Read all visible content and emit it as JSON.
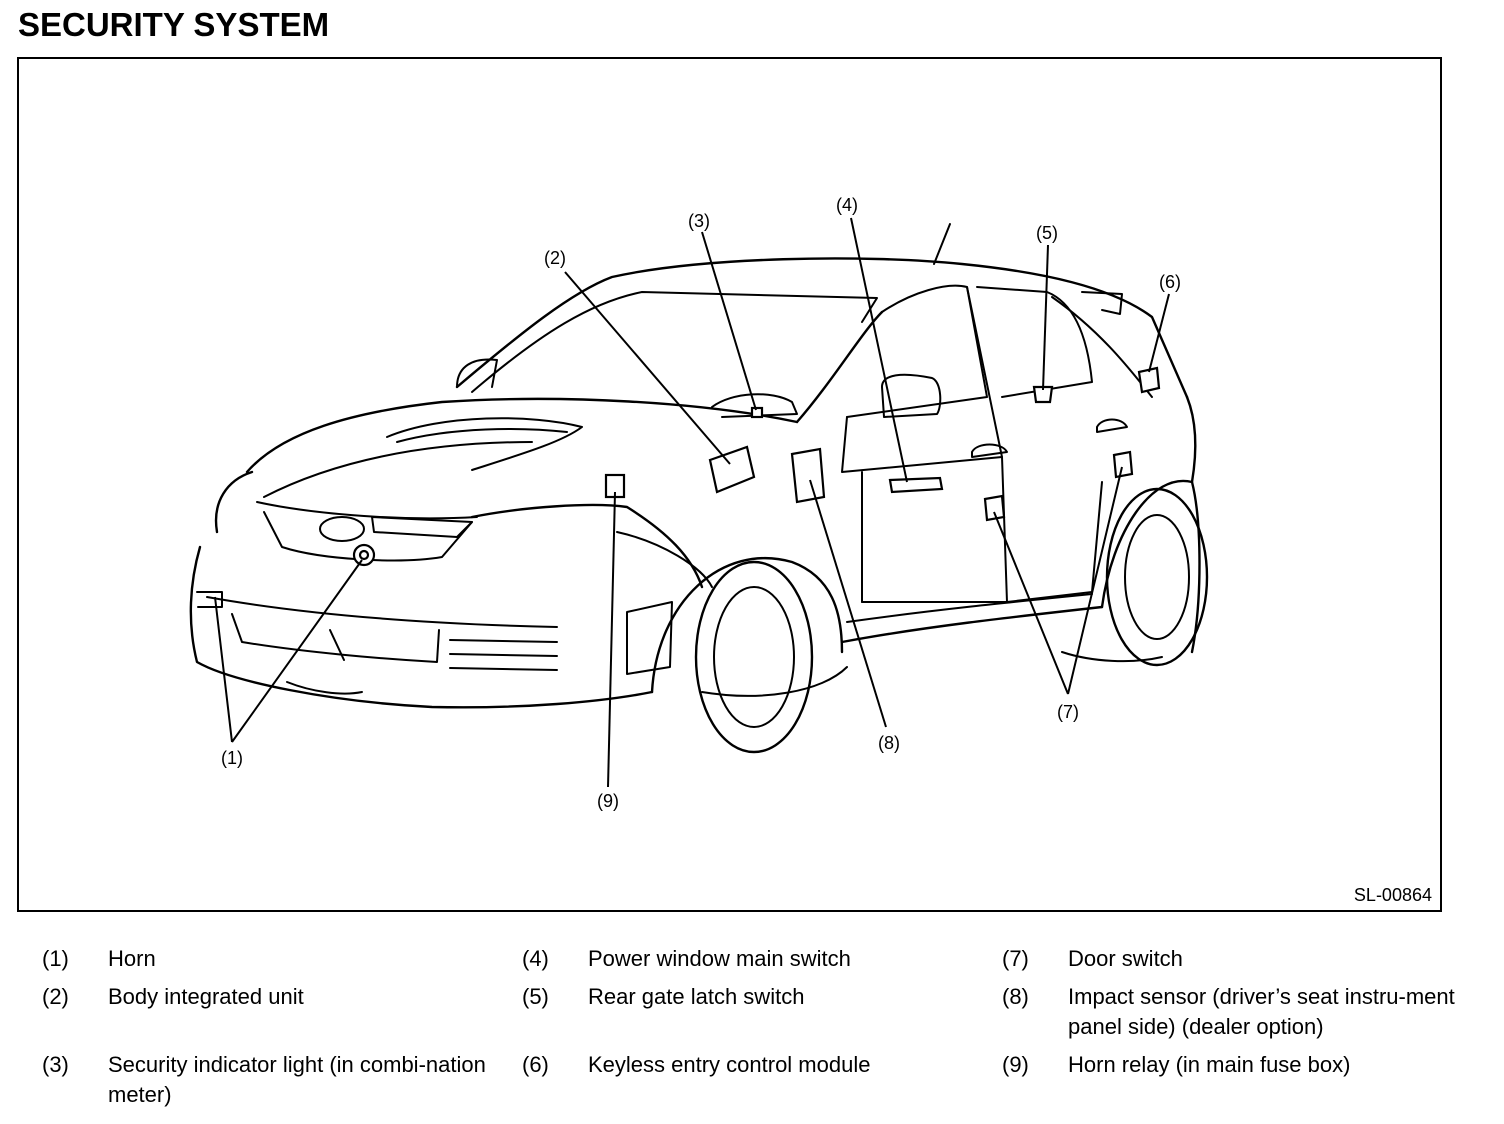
{
  "title": "SECURITY SYSTEM",
  "figure_code": "SL-00864",
  "callouts": [
    "(1)",
    "(2)",
    "(3)",
    "(4)",
    "(5)",
    "(6)",
    "(7)",
    "(8)",
    "(9)"
  ],
  "legend": [
    {
      "num": "(1)",
      "text": "Horn"
    },
    {
      "num": "(2)",
      "text": "Body integrated unit"
    },
    {
      "num": "(3)",
      "text": "Security indicator light (in combi-nation meter)"
    },
    {
      "num": "(4)",
      "text": "Power window main switch"
    },
    {
      "num": "(5)",
      "text": "Rear gate latch switch"
    },
    {
      "num": "(6)",
      "text": "Keyless entry control module"
    },
    {
      "num": "(7)",
      "text": "Door switch"
    },
    {
      "num": "(8)",
      "text": "Impact sensor (driver’s seat instru-ment panel side) (dealer option)"
    },
    {
      "num": "(9)",
      "text": "Horn relay (in main fuse box)"
    }
  ]
}
